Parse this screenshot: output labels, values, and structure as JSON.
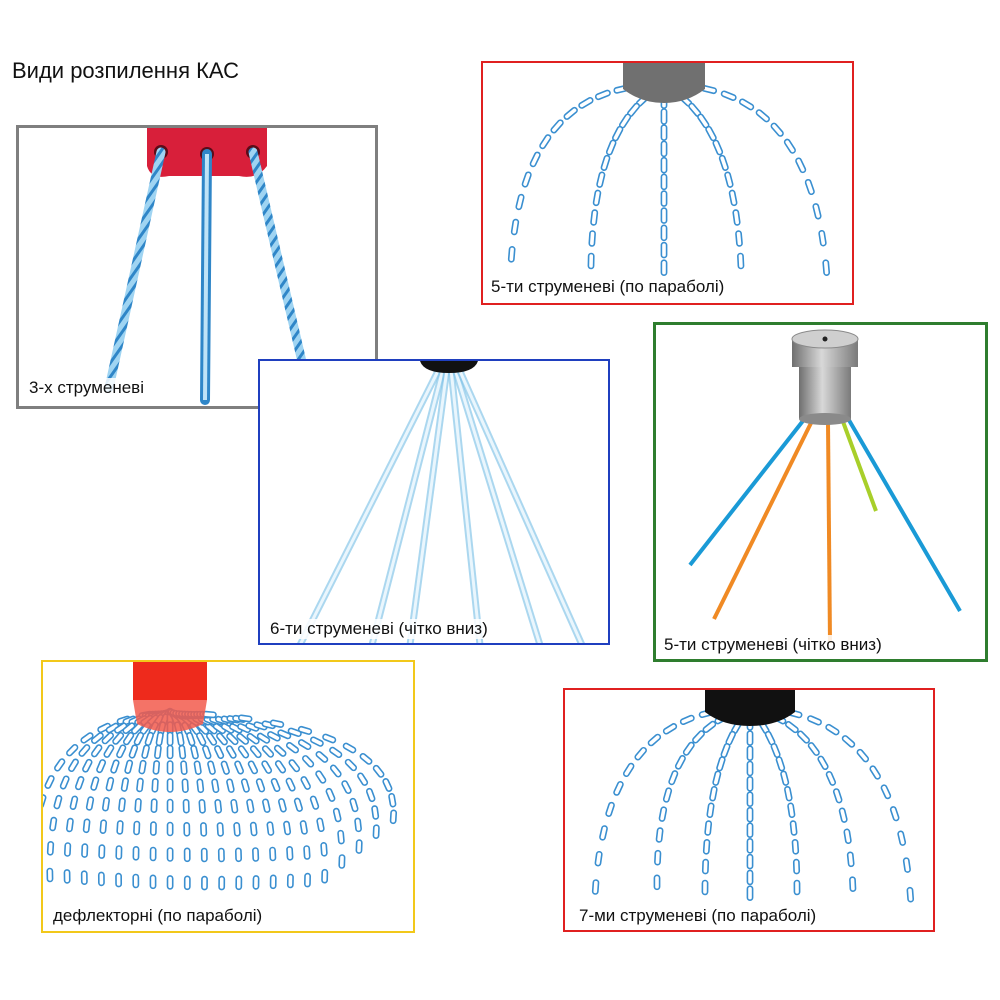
{
  "page": {
    "title": "Види розпилення КАС"
  },
  "panels": [
    {
      "id": "p1",
      "caption": "3-х струменеві",
      "border_color": "#7f7f7f",
      "nozzle_color": "#d81f3a",
      "jets": 3
    },
    {
      "id": "p2",
      "caption": "5-ти струменеві  (по параболі)",
      "border_color": "#e02020",
      "nozzle_color": "#707070",
      "jets": 5
    },
    {
      "id": "p3",
      "caption": "6-ти струменеві (чітко вниз)",
      "border_color": "#1f3fbf",
      "nozzle_color": "#111111",
      "jets": 6
    },
    {
      "id": "p4",
      "caption": "5-ти струменеві (чітко вниз)",
      "border_color": "#2e7d2e",
      "nozzle_color": "#9a9a9a",
      "jets": 5
    },
    {
      "id": "p5",
      "caption": "дефлекторні  (по параболі)",
      "border_color": "#f2c81a",
      "nozzle_color": "#ee2a1c",
      "jets": 0
    },
    {
      "id": "p6",
      "caption": "7-ми струменеві  (по параболі)",
      "border_color": "#e02020",
      "nozzle_color": "#111111",
      "jets": 7
    }
  ],
  "colors": {
    "droplet_fill": "#ffffff",
    "droplet_stroke": "#3a8fd0",
    "jet_blue": "#1a9ad6",
    "jet_orange": "#f08a24",
    "jet_lime": "#a8cf2a",
    "jet_light": "#cde8f6"
  }
}
